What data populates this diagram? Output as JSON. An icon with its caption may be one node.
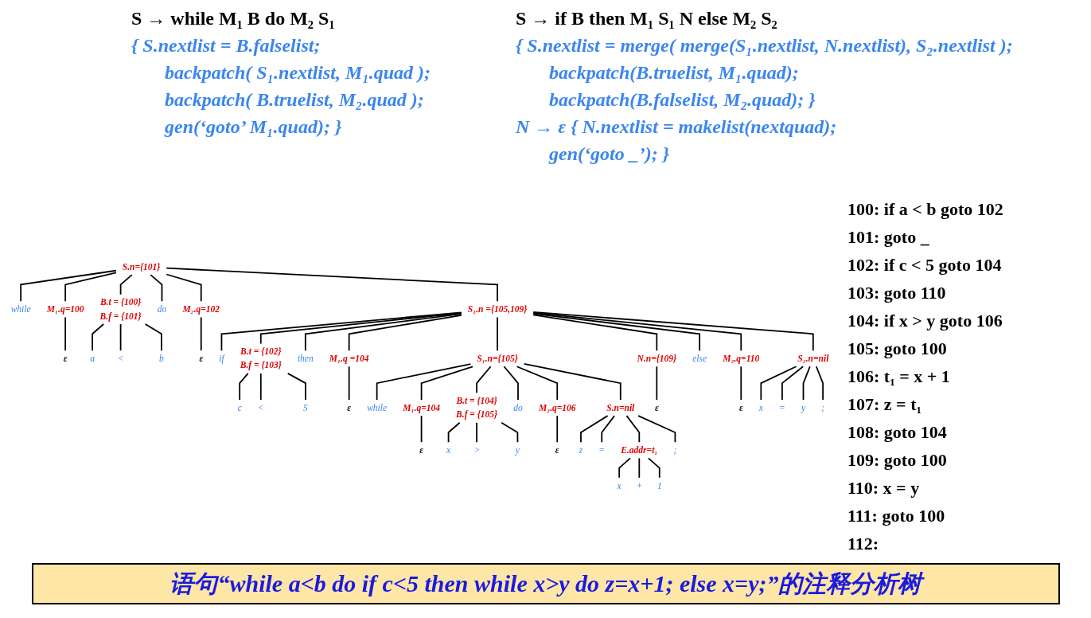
{
  "diagram": {
    "caption": "语句“while a<b do if c<5 then while x>y do z=x+1; else x=y;”的注释分析树",
    "nodes": [
      {
        "text": [
          "S.n={101}"
        ]
      },
      {
        "text": [
          "while"
        ]
      },
      {
        "text": [
          "M₁.q=100"
        ]
      },
      {
        "text": [
          "B.t = {100}",
          "B.f = {101}"
        ]
      },
      {
        "text": [
          "do"
        ]
      },
      {
        "text": [
          "M₂.q=102"
        ]
      },
      {
        "text": [
          "S₁.n ={105,109}"
        ]
      },
      {
        "text": [
          "ε"
        ]
      },
      {
        "text": [
          "a"
        ]
      },
      {
        "text": [
          "<"
        ]
      },
      {
        "text": [
          "b"
        ]
      },
      {
        "text": [
          "ε"
        ]
      },
      {
        "text": [
          "if"
        ]
      },
      {
        "text": [
          "B.t = {102}",
          "B.f = {103}"
        ]
      },
      {
        "text": [
          "then"
        ]
      },
      {
        "text": [
          "M₁.q =104"
        ]
      },
      {
        "text": [
          "S₁.n={105}"
        ]
      },
      {
        "text": [
          "N.n={109}"
        ]
      },
      {
        "text": [
          "else"
        ]
      },
      {
        "text": [
          "M₂.q=110"
        ]
      },
      {
        "text": [
          "S₂.n=nil"
        ]
      },
      {
        "text": [
          "c"
        ]
      },
      {
        "text": [
          "<"
        ]
      },
      {
        "text": [
          "5"
        ]
      },
      {
        "text": [
          "ε"
        ]
      },
      {
        "text": [
          "while"
        ]
      },
      {
        "text": [
          "M₁.q=104"
        ]
      },
      {
        "text": [
          "B.t = {104}",
          "B.f = {105}"
        ]
      },
      {
        "text": [
          "do"
        ]
      },
      {
        "text": [
          "M₂.q=106"
        ]
      },
      {
        "text": [
          "S.n=nil"
        ]
      },
      {
        "text": [
          "ε"
        ]
      },
      {
        "text": [
          "ε"
        ]
      },
      {
        "text": [
          "x"
        ]
      },
      {
        "text": [
          "="
        ]
      },
      {
        "text": [
          "y"
        ]
      },
      {
        "text": [
          ";"
        ]
      },
      {
        "text": [
          "ε"
        ]
      },
      {
        "text": [
          "x"
        ]
      },
      {
        "text": [
          ">"
        ]
      },
      {
        "text": [
          "y"
        ]
      },
      {
        "text": [
          "ε"
        ]
      },
      {
        "text": [
          "z"
        ]
      },
      {
        "text": [
          "="
        ]
      },
      {
        "text": [
          "E.addr=t₁"
        ]
      },
      {
        "text": [
          ";"
        ]
      },
      {
        "text": [
          "x"
        ]
      },
      {
        "text": [
          "+"
        ]
      },
      {
        "text": [
          "1"
        ]
      }
    ],
    "edges": [
      {
        "from": 0,
        "to": 1,
        "arrow": "none"
      },
      {
        "from": 0,
        "to": 2,
        "arrow": "none"
      },
      {
        "from": 0,
        "to": 3,
        "arrow": "none"
      },
      {
        "from": 0,
        "to": 4,
        "arrow": "none"
      },
      {
        "from": 0,
        "to": 5,
        "arrow": "none"
      },
      {
        "from": 0,
        "to": 6,
        "arrow": "none"
      },
      {
        "from": 2,
        "to": 7,
        "arrow": "none"
      },
      {
        "from": 3,
        "to": 8,
        "arrow": "none"
      },
      {
        "from": 3,
        "to": 9,
        "arrow": "none"
      },
      {
        "from": 3,
        "to": 10,
        "arrow": "none"
      },
      {
        "from": 5,
        "to": 11,
        "arrow": "none"
      },
      {
        "from": 6,
        "to": 12,
        "arrow": "none"
      },
      {
        "from": 6,
        "to": 13,
        "arrow": "none"
      },
      {
        "from": 6,
        "to": 14,
        "arrow": "none"
      },
      {
        "from": 6,
        "to": 15,
        "arrow": "none"
      },
      {
        "from": 6,
        "to": 16,
        "arrow": "none"
      },
      {
        "from": 6,
        "to": 17,
        "arrow": "none"
      },
      {
        "from": 6,
        "to": 18,
        "arrow": "none"
      },
      {
        "from": 6,
        "to": 19,
        "arrow": "none"
      },
      {
        "from": 6,
        "to": 20,
        "arrow": "none"
      },
      {
        "from": 13,
        "to": 21,
        "arrow": "none"
      },
      {
        "from": 13,
        "to": 22,
        "arrow": "none"
      },
      {
        "from": 13,
        "to": 23,
        "arrow": "none"
      },
      {
        "from": 15,
        "to": 24,
        "arrow": "none"
      },
      {
        "from": 16,
        "to": 25,
        "arrow": "none"
      },
      {
        "from": 16,
        "to": 26,
        "arrow": "none"
      },
      {
        "from": 16,
        "to": 27,
        "arrow": "none"
      },
      {
        "from": 16,
        "to": 28,
        "arrow": "none"
      },
      {
        "from": 16,
        "to": 29,
        "arrow": "none"
      },
      {
        "from": 16,
        "to": 30,
        "arrow": "none"
      },
      {
        "from": 17,
        "to": 31,
        "arrow": "none"
      },
      {
        "from": 19,
        "to": 32,
        "arrow": "none"
      },
      {
        "from": 20,
        "to": 33,
        "arrow": "none"
      },
      {
        "from": 20,
        "to": 34,
        "arrow": "none"
      },
      {
        "from": 20,
        "to": 35,
        "arrow": "none"
      },
      {
        "from": 20,
        "to": 36,
        "arrow": "none"
      },
      {
        "from": 26,
        "to": 37,
        "arrow": "none"
      },
      {
        "from": 27,
        "to": 38,
        "arrow": "none"
      },
      {
        "from": 27,
        "to": 39,
        "arrow": "none"
      },
      {
        "from": 27,
        "to": 40,
        "arrow": "none"
      },
      {
        "from": 29,
        "to": 41,
        "arrow": "none"
      },
      {
        "from": 30,
        "to": 42,
        "arrow": "none"
      },
      {
        "from": 30,
        "to": 43,
        "arrow": "none"
      },
      {
        "from": 30,
        "to": 44,
        "arrow": "none"
      },
      {
        "from": 30,
        "to": 45,
        "arrow": "none"
      },
      {
        "from": 44,
        "to": 46,
        "arrow": "none"
      },
      {
        "from": 44,
        "to": 47,
        "arrow": "none"
      },
      {
        "from": 44,
        "to": 48,
        "arrow": "none"
      }
    ],
    "labels": [
      "S → while M₁ B do M₂ S₁",
      "{ S.nextlist = B.falselist;",
      "backpatch( S₁.nextlist, M₁.quad );",
      "backpatch( B.truelist, M₂.quad );",
      "gen(‘goto’ M₁.quad); }",
      "S → if B then M₁ S₁ N else M₂ S₂",
      "{ S.nextlist = merge( merge(S₁.nextlist, N.nextlist), S₂.nextlist );",
      "backpatch(B.truelist, M₁.quad);",
      "backpatch(B.falselist, M₂.quad); }",
      "N → ε { N.nextlist = makelist(nextquad);",
      "gen(‘goto _’); }",
      "100: if a < b goto 102",
      "101: goto _",
      "102: if c < 5 goto 104",
      "103: goto 110",
      "104: if x > y goto 106",
      "105: goto 100",
      "106: t₁ = x + 1",
      "107: z = t₁",
      "108: goto 104",
      "109: goto 100",
      "110: x = y",
      "111: goto 100",
      "112:"
    ]
  }
}
